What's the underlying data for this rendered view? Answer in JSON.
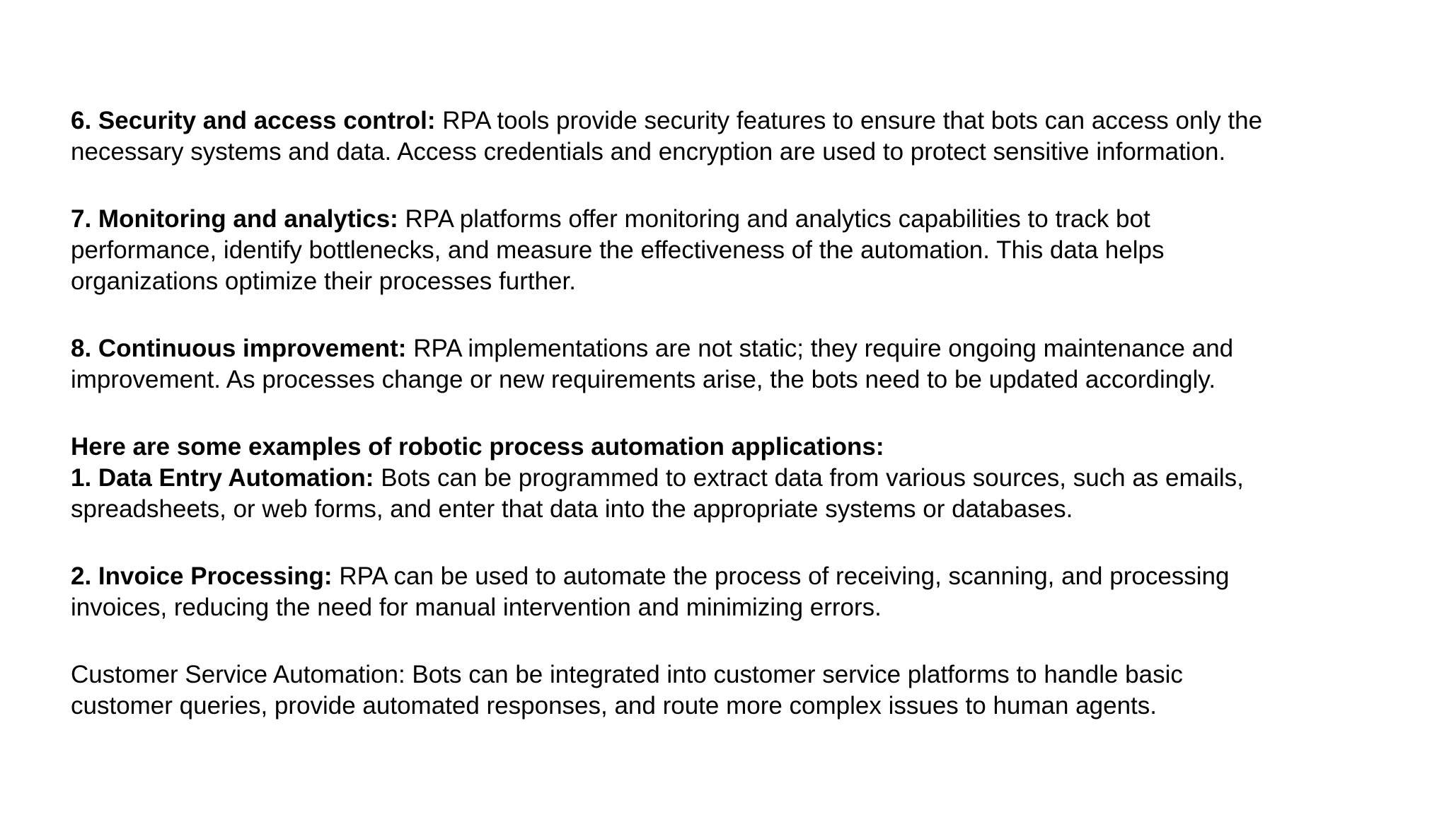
{
  "page": {
    "background_color": "#ffffff",
    "text_color": "#000000"
  },
  "document": {
    "paragraphs": [
      {
        "name": "security-and-access-control",
        "lines": [
          [
            {
              "bold": true,
              "text": "6. Security and access control:"
            },
            {
              "bold": false,
              "text": " RPA tools provide security features to ensure that bots can access only the"
            }
          ],
          [
            {
              "bold": false,
              "text": "necessary systems and data. Access credentials and encryption are used to protect sensitive information."
            }
          ]
        ]
      },
      {
        "name": "monitoring-and-analytics",
        "lines": [
          [
            {
              "bold": true,
              "text": "7. Monitoring and analytics:"
            },
            {
              "bold": false,
              "text": " RPA platforms offer monitoring and analytics capabilities to track bot"
            }
          ],
          [
            {
              "bold": false,
              "text": "performance, identify bottlenecks, and measure the effectiveness of the automation. This data helps"
            }
          ],
          [
            {
              "bold": false,
              "text": "organizations optimize their processes further."
            }
          ]
        ]
      },
      {
        "name": "continuous-improvement",
        "lines": [
          [
            {
              "bold": true,
              "text": "8. Continuous improvement:"
            },
            {
              "bold": false,
              "text": " RPA implementations are not static; they require ongoing maintenance and"
            }
          ],
          [
            {
              "bold": false,
              "text": "improvement. As processes change or new requirements arise, the bots need to be updated accordingly."
            }
          ]
        ]
      },
      {
        "name": "examples-heading-and-data-entry-automation",
        "lines": [
          [
            {
              "bold": true,
              "text": "Here are some examples of robotic process automation applications:"
            }
          ],
          [
            {
              "bold": true,
              "text": "1. Data Entry Automation:"
            },
            {
              "bold": false,
              "text": " Bots can be programmed to extract data from various sources, such as emails,"
            }
          ],
          [
            {
              "bold": false,
              "text": "spreadsheets, or web forms, and enter that data into the appropriate systems or databases."
            }
          ]
        ]
      },
      {
        "name": "invoice-processing",
        "lines": [
          [
            {
              "bold": true,
              "text": "2. Invoice Processing:"
            },
            {
              "bold": false,
              "text": " RPA can be used to automate the process of receiving, scanning, and processing"
            }
          ],
          [
            {
              "bold": false,
              "text": "invoices, reducing the need for manual intervention and minimizing errors."
            }
          ]
        ]
      },
      {
        "name": "customer-service-automation",
        "lines": [
          [
            {
              "bold": false,
              "text": "Customer Service Automation: Bots can be integrated into customer service platforms to handle basic"
            }
          ],
          [
            {
              "bold": false,
              "text": "customer queries, provide automated responses, and route more complex issues to human agents."
            }
          ]
        ]
      }
    ]
  }
}
